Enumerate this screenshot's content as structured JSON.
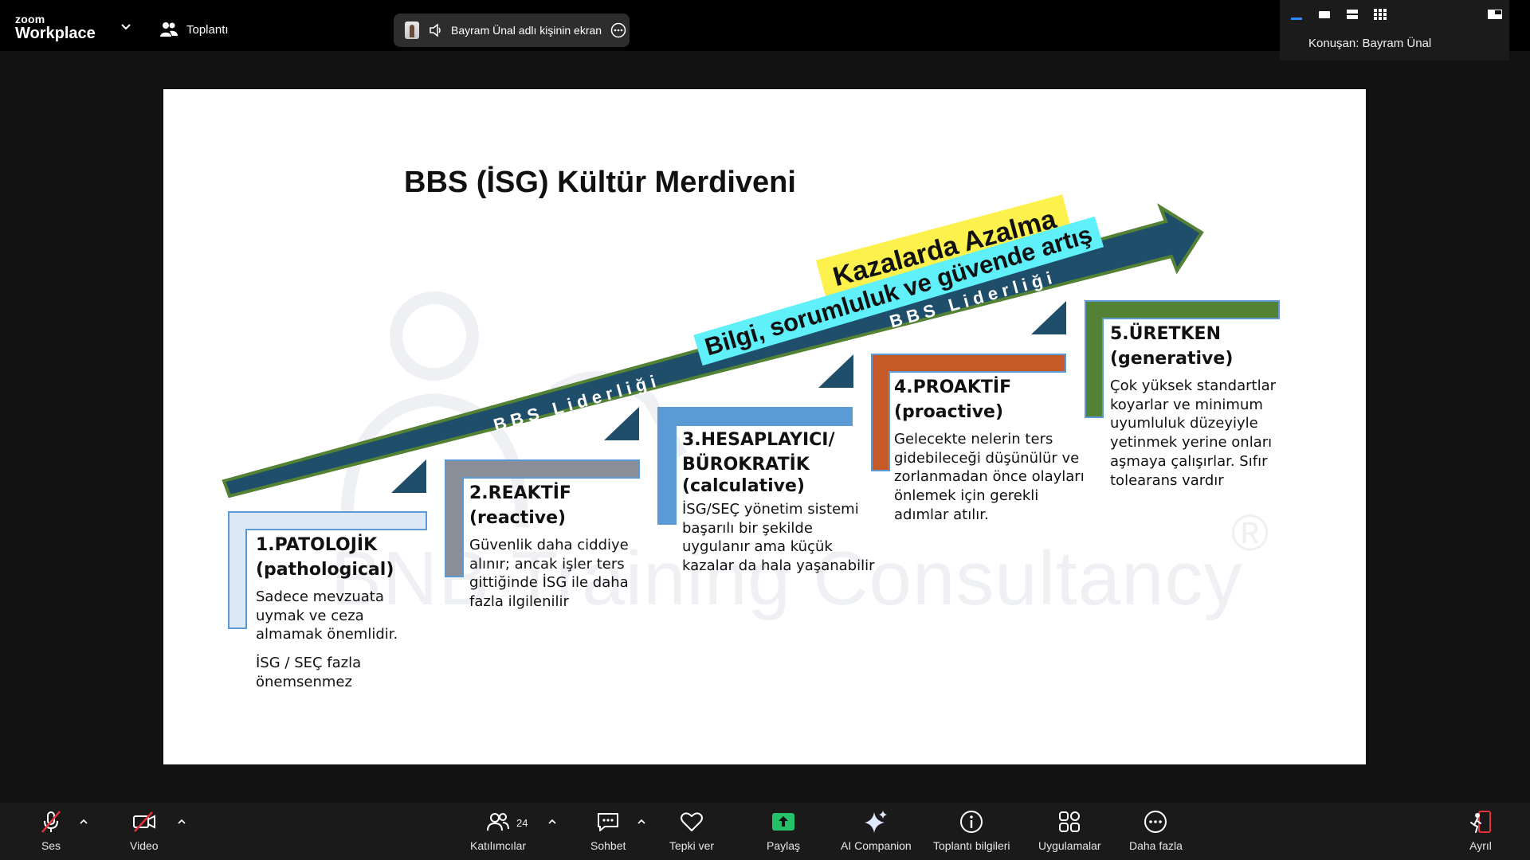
{
  "app": {
    "brand_top": "zoom",
    "brand_bottom": "Workplace"
  },
  "header": {
    "meeting_label": "Toplantı",
    "share_text": "Bayram Ünal adlı kişinin ekranı"
  },
  "view": {
    "speaker_label": "Konuşan: Bayram Ünal"
  },
  "slide": {
    "title": "BBS (İSG) Kültür Merdiveni",
    "banner_yellow": "Kazalarda Azalma",
    "banner_cyan": "Bilgi, sorumluluk ve güvende artış",
    "arrow_label_left": "BBS Liderliği",
    "arrow_label_right": "BBS Liderliği",
    "watermark": "BNB Training Consultancy",
    "watermark_mark": "®",
    "steps": [
      {
        "title": "1.PATOLOJİK",
        "subtitle": "(pathological)",
        "desc": [
          "Sadece mevzuata",
          "uymak ve ceza",
          "almamak önemlidir."
        ],
        "desc2": [
          "İSG / SEÇ fazla",
          "önemsenmez"
        ],
        "color": "#dde9f5"
      },
      {
        "title": "2.REAKTİF",
        "subtitle": "(reactive)",
        "desc": [
          "Güvenlik daha ciddiye",
          "alınır; ancak işler  ters",
          "gittiğinde İSG ile daha",
          "fazla ilgilenilir"
        ],
        "color": "#8a8f97"
      },
      {
        "title": "3.HESAPLAYICI/",
        "title2": "BÜROKRATİK",
        "subtitle": "(calculative)",
        "desc": [
          "İSG/SEÇ yönetim sistemi",
          "başarılı bir şekilde",
          "uygulanır ama küçük",
          "kazalar da hala yaşanabilir"
        ],
        "color": "#5b9bd5"
      },
      {
        "title": "4.PROAKTİF",
        "subtitle": "(proactive)",
        "desc": [
          "Gelecekte nelerin ters",
          "gidebileceği düşünülür ve",
          "zorlanmadan önce olayları",
          "önlemek için gerekli",
          "adımlar atılır."
        ],
        "color": "#c55a28"
      },
      {
        "title": "5.ÜRETKEN",
        "subtitle": "(generative)",
        "desc": [
          "Çok yüksek standartlar",
          "koyarlar ve minimum",
          "uyumluluk düzeyiyle",
          "yetinmek yerine onları",
          "aşmaya çalışırlar. Sıfır",
          "tolearans vardır"
        ],
        "color": "#548235"
      }
    ]
  },
  "toolbar": {
    "audio": "Ses",
    "video": "Video",
    "participants": "Katılımcılar",
    "participants_count": "24",
    "chat": "Sohbet",
    "react": "Tepki ver",
    "share": "Paylaş",
    "ai": "AI Companion",
    "info": "Toplantı bilgileri",
    "apps": "Uygulamalar",
    "more": "Daha fazla",
    "leave": "Ayrıl"
  },
  "colors": {
    "arrow": "#1f4e6b",
    "share_green": "#25c06a",
    "leave_red": "#e5313c",
    "mute_red": "#e5313c"
  }
}
